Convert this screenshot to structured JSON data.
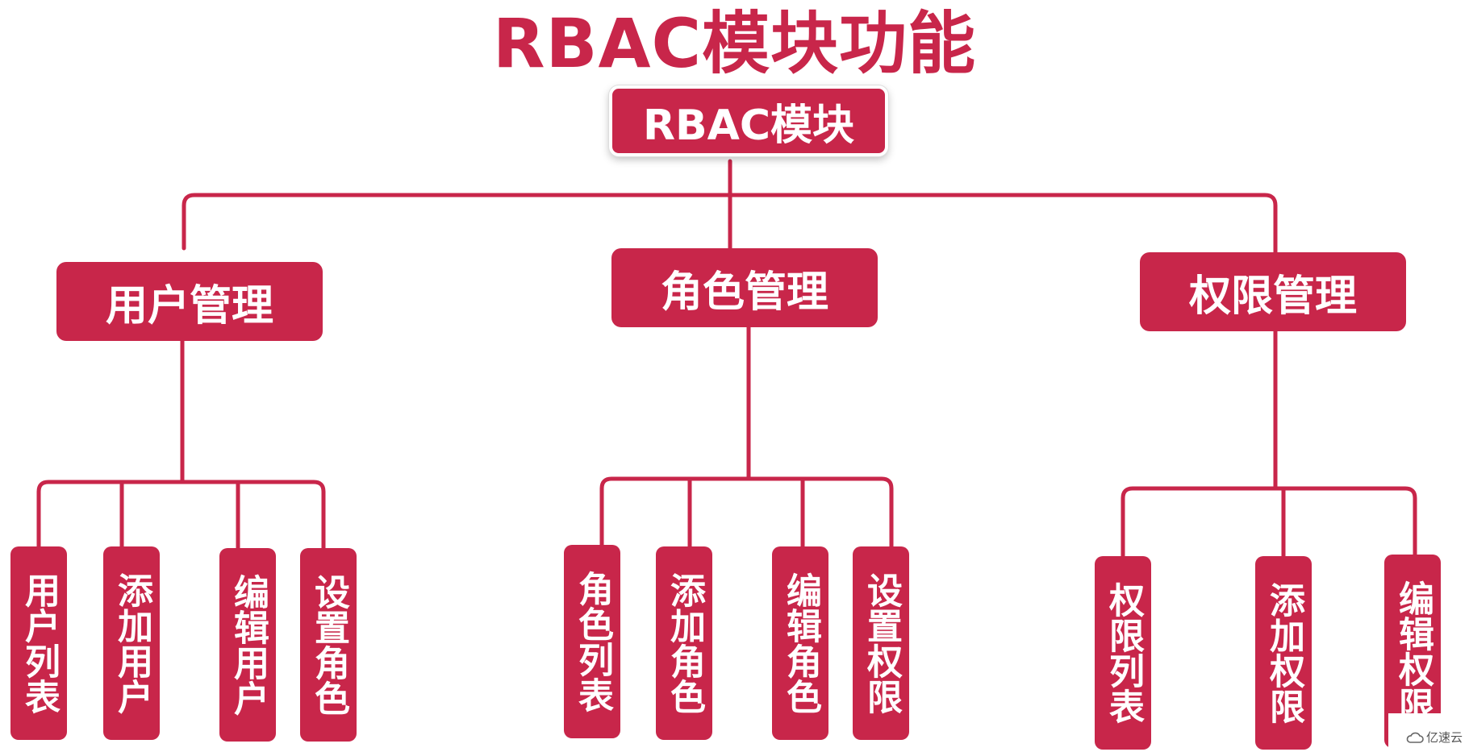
{
  "title": "RBAC模块功能",
  "root": {
    "label": "RBAC模块"
  },
  "groups": [
    {
      "label": "用户管理",
      "children": [
        "用户列表",
        "添加用户",
        "编辑用户",
        "设置角色"
      ]
    },
    {
      "label": "角色管理",
      "children": [
        "角色列表",
        "添加角色",
        "编辑角色",
        "设置权限"
      ]
    },
    {
      "label": "权限管理",
      "children": [
        "权限列表",
        "添加权限",
        "编辑权限"
      ]
    }
  ],
  "watermark": "亿速云",
  "colors": {
    "primary": "#c8264a",
    "background": "#ffffff"
  }
}
